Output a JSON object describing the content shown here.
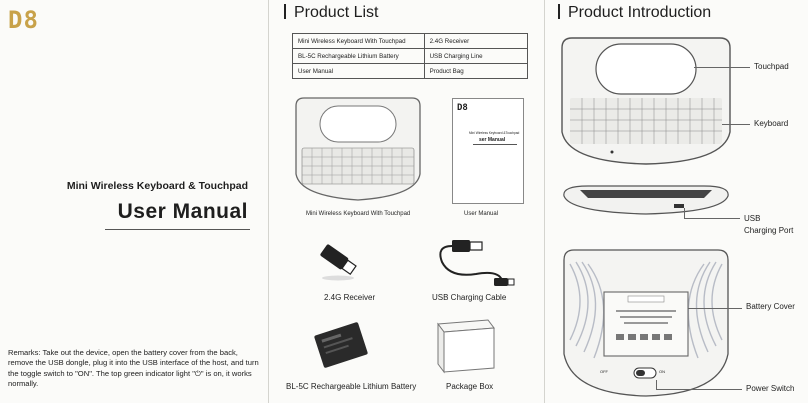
{
  "cover": {
    "logo": "D8",
    "subtitle": "Mini Wireless Keyboard & Touchpad",
    "title": "User Manual",
    "remarks": "Remarks: Take out the device, open the battery cover from the back, remove the USB dongle, plug it into the USB interface of the host, and turn the toggle switch to \"ON\". The top green indicator light \"⏻\" is on, it works normally."
  },
  "product_list": {
    "heading": "Product List",
    "table": [
      [
        "Mini Wireless Keyboard With Touchpad",
        "2.4G Receiver"
      ],
      [
        "BL-5C Rechargeable Lithium Battery",
        "USB Charging Line"
      ],
      [
        "User Manual",
        "Product Bag"
      ]
    ],
    "captions": {
      "keyboard": "Mini Wireless Keyboard With Touchpad",
      "manual": "User Manual",
      "receiver": "2.4G Receiver",
      "cable": "USB Charging Cable",
      "battery": "BL-5C Rechargeable Lithium Battery",
      "box": "Package Box"
    },
    "manual_cover": {
      "logo": "D8",
      "line1": "Mini Wireless Keyboard &Touchpad",
      "line2": "ser Manual"
    }
  },
  "product_intro": {
    "heading": "Product Introduction",
    "labels": {
      "touchpad": "Touchpad",
      "keyboard": "Keyboard",
      "usb1": "USB",
      "usb2": "Charging Port",
      "battery_cover": "Battery Cover",
      "power_switch": "Power Switch"
    },
    "switch_off": "OFF",
    "switch_on": "ON"
  }
}
